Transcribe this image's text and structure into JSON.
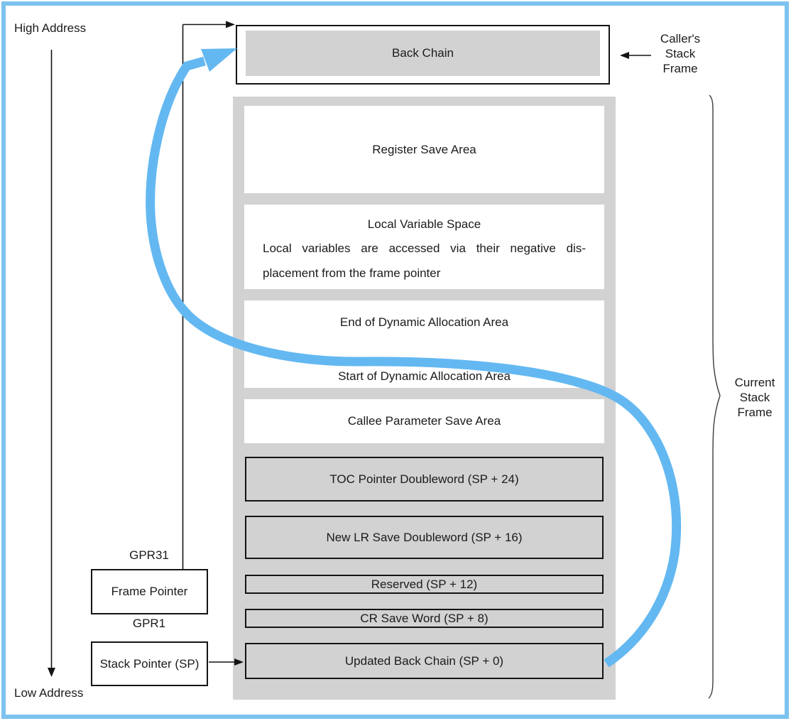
{
  "colors": {
    "page_border_blue": "#7cc2ee",
    "flow_arrow_blue": "#64b8f1",
    "area_gray": "#d2d2d2",
    "line_black": "#141414"
  },
  "labels": {
    "high_address": "High Address",
    "low_address": "Low Address",
    "gpr31": "GPR31",
    "gpr1": "GPR1",
    "frame_pointer": "Frame Pointer",
    "stack_pointer": "Stack Pointer (SP)",
    "callers_frame_lines": [
      "Caller's",
      "Stack",
      "Frame"
    ],
    "current_frame_lines": [
      "Current",
      "Stack",
      "Frame"
    ]
  },
  "caller_frame": {
    "back_chain": "Back Chain"
  },
  "current_frame": {
    "register_save": "Register Save Area",
    "local_variable_title": "Local Variable Space",
    "local_variable_line1": "Local variables are accessed via their negative dis-",
    "local_variable_line2": "placement from the frame pointer",
    "dynamic_end": "End of Dynamic Allocation Area",
    "dynamic_start": "Start of Dynamic Allocation Area",
    "callee_param": "Callee Parameter Save Area",
    "toc_pointer": "TOC Pointer Doubleword (SP + 24)",
    "new_lr": "New LR Save Doubleword (SP + 16)",
    "reserved": "Reserved (SP + 12)",
    "cr_save": "CR Save Word (SP + 8)",
    "updated_back_chain": "Updated Back Chain (SP + 0)"
  }
}
